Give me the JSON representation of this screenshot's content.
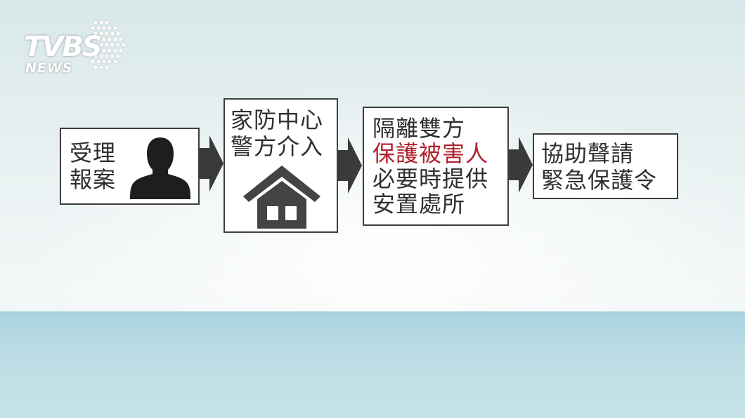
{
  "logo": {
    "brand": "TVBS",
    "sub": "NEWS"
  },
  "steps": [
    {
      "lines": [
        "受理",
        "報案"
      ],
      "icon": "person-silhouette-icon"
    },
    {
      "lines": [
        "家防中心",
        "警方介入"
      ],
      "icon": "house-icon"
    },
    {
      "lines": [
        "隔離雙方",
        "保護被害人",
        "必要時提供",
        "安置處所"
      ],
      "highlight_line": 1
    },
    {
      "lines": [
        "協助聲請",
        "緊急保護令"
      ]
    }
  ],
  "colors": {
    "border": "#3d3d3d",
    "text": "#2f2f2f",
    "highlight": "#b2202a",
    "arrow": "#3a3a3a"
  }
}
